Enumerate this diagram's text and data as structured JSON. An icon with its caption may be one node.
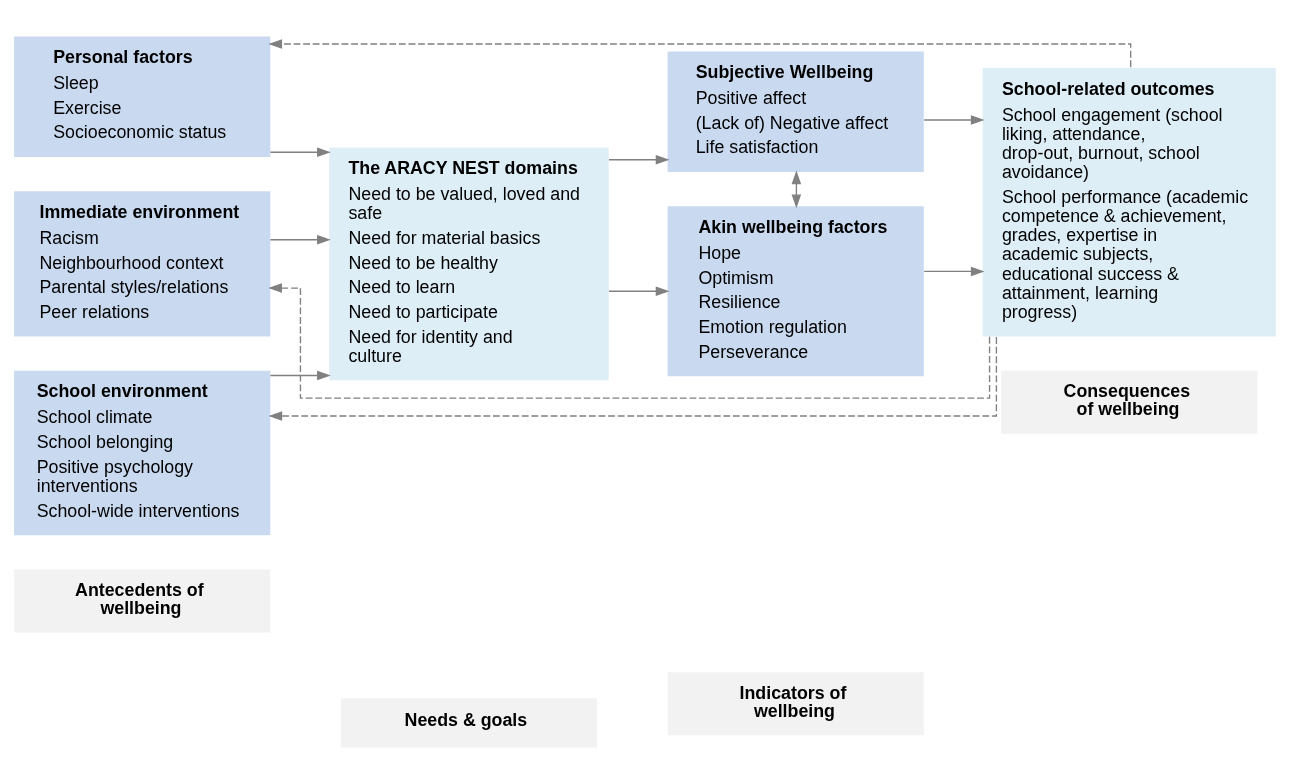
{
  "diagram": {
    "nodes": [
      {
        "text": [
          "Antecedents of wellbeing"
        ]
      },
      {
        "text": [
          "Needs & goals"
        ]
      },
      {
        "text": [
          "Indicators of wellbeing"
        ]
      },
      {
        "text": [
          "Consequences of wellbeing"
        ]
      },
      {
        "text": [
          "Personal factors",
          "Sleep",
          "Exercise",
          "Socioeconomic status"
        ]
      },
      {
        "text": [
          "The ARACY NEST domains",
          "Need to be valued, loved and safe",
          "Need for material basics",
          "Need to be healthy",
          "Need to learn",
          "Need to participate",
          "Need for identity and culture"
        ]
      },
      {
        "text": [
          "Subjective Wellbeing",
          "Positive affect",
          "(Lack of) Negative affect",
          "Life satisfaction"
        ]
      },
      {
        "text": [
          "School-related outcomes",
          "School engagement (school liking, attendance, drop-out, burnout, school avoidance)",
          "School performance (academic competence & achievement, grades, expertise in academic subjects, educational success & attainment, learning progress)"
        ]
      },
      {
        "text": [
          "Immediate environment",
          "Racism",
          "Neighbourhood context",
          "Parental styles/relations",
          "Peer relations"
        ]
      },
      {
        "text": [
          "Akin wellbeing factors",
          "Hope",
          "Optimism",
          "Resilience",
          "Emotion regulation",
          "Perseverance"
        ]
      },
      {
        "text": [
          "School environment",
          "School climate",
          "School belonging",
          "Positive psychology interventions",
          "School-wide interventions"
        ]
      }
    ],
    "edges": [
      {
        "from": 4,
        "to": 5,
        "arrow": "to"
      },
      {
        "from": 8,
        "to": 5,
        "arrow": "to"
      },
      {
        "from": 10,
        "to": 5,
        "arrow": "to"
      },
      {
        "from": 5,
        "to": 6,
        "arrow": "to"
      },
      {
        "from": 5,
        "to": 9,
        "arrow": "to"
      },
      {
        "from": 6,
        "to": 9,
        "arrow": "both"
      },
      {
        "from": 6,
        "to": 7,
        "arrow": "to"
      },
      {
        "from": 9,
        "to": 7,
        "arrow": "to"
      },
      {
        "from": 7,
        "to": 4,
        "arrow": "to",
        "style": "dashed"
      },
      {
        "from": 7,
        "to": 8,
        "arrow": "to",
        "style": "dashed"
      },
      {
        "from": 7,
        "to": 10,
        "arrow": "to",
        "style": "dashed"
      }
    ]
  }
}
